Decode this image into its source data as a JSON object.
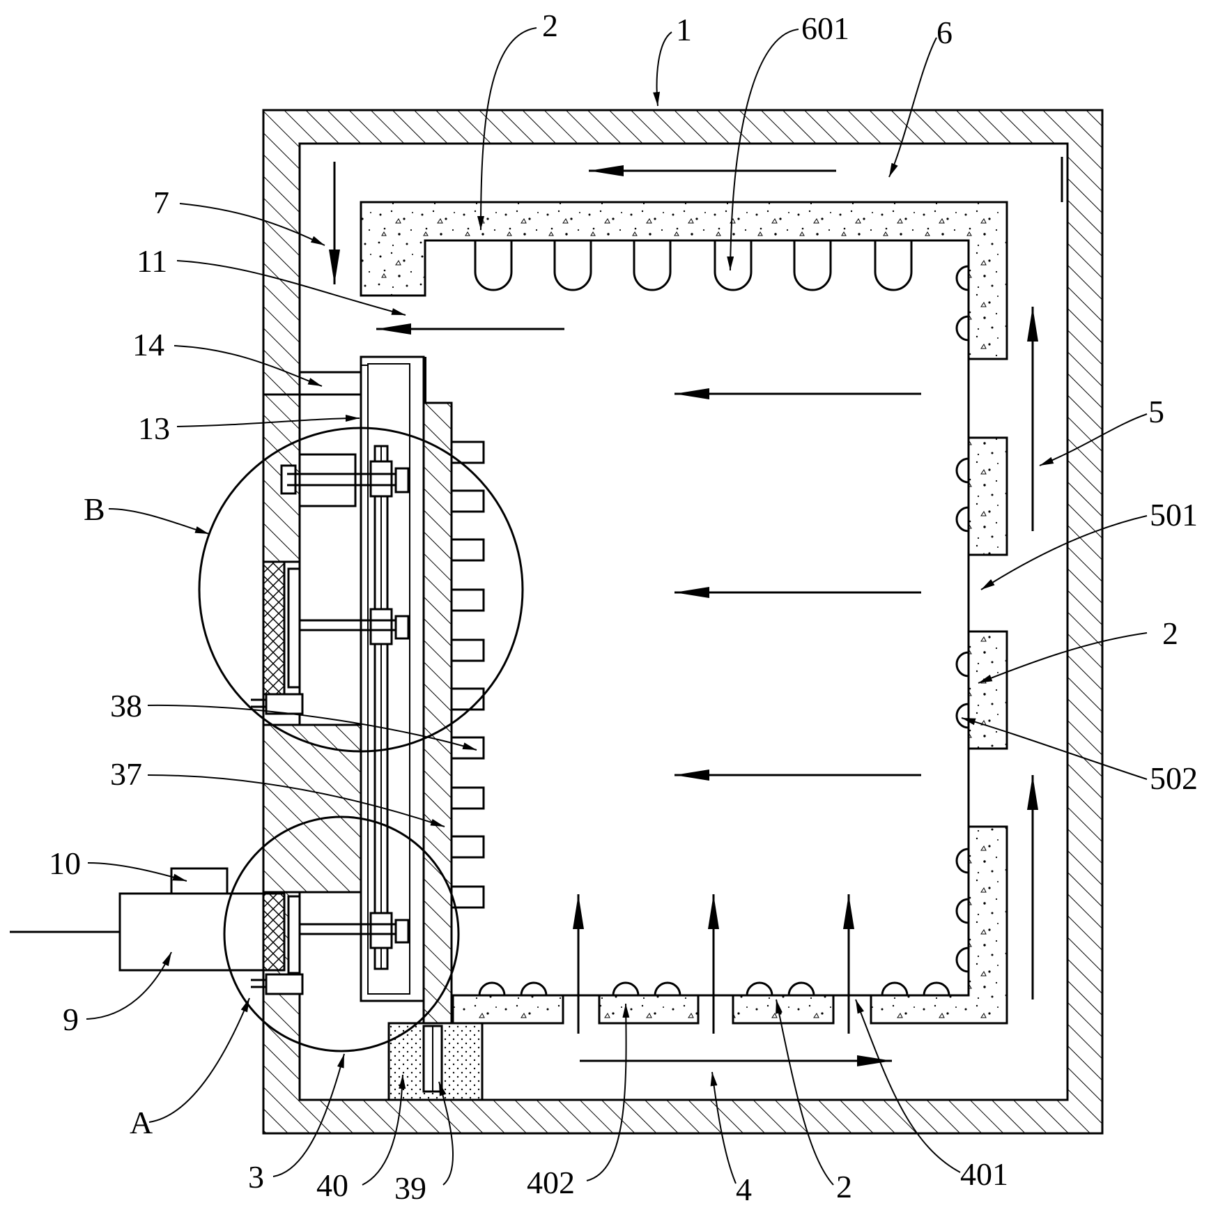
{
  "labels": {
    "l1": "1",
    "l2_top": "2",
    "l601": "601",
    "l6": "6",
    "l7": "7",
    "l11": "11",
    "l14": "14",
    "l13": "13",
    "lB": "B",
    "l5": "5",
    "l501": "501",
    "l2_right": "2",
    "l502": "502",
    "l38": "38",
    "l37": "37",
    "l10": "10",
    "l9": "9",
    "lA": "A",
    "l3": "3",
    "l40": "40",
    "l39": "39",
    "l402": "402",
    "l4": "4",
    "l2_bottom": "2",
    "l401": "401"
  }
}
